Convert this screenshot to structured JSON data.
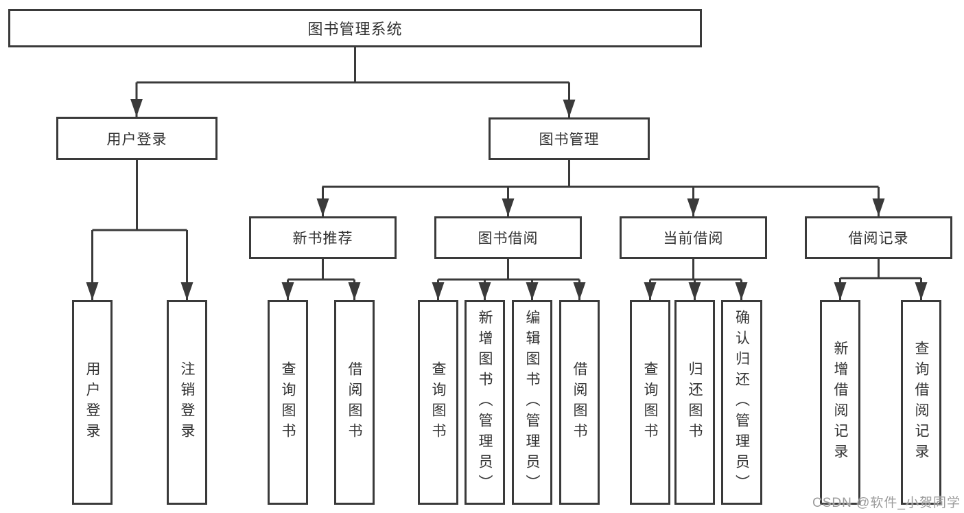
{
  "title_node": {
    "label": "图书管理系统"
  },
  "branches": {
    "user_login": {
      "label": "用户登录",
      "children": [
        {
          "label": "用户登录"
        },
        {
          "label": "注销登录"
        }
      ]
    },
    "book_mgmt": {
      "label": "图书管理",
      "children": [
        {
          "label": "新书推荐",
          "children": [
            {
              "label": "查询图书"
            },
            {
              "label": "借阅图书"
            }
          ]
        },
        {
          "label": "图书借阅",
          "children": [
            {
              "label": "查询图书"
            },
            {
              "label": "新增图书（管理员）"
            },
            {
              "label": "编辑图书（管理员）"
            },
            {
              "label": "借阅图书"
            }
          ]
        },
        {
          "label": "当前借阅",
          "children": [
            {
              "label": "查询图书"
            },
            {
              "label": "归还图书"
            },
            {
              "label": "确认归还（管理员）"
            }
          ]
        },
        {
          "label": "借阅记录",
          "children": [
            {
              "label": "新增借阅记录"
            },
            {
              "label": "查询借阅记录"
            }
          ]
        }
      ]
    }
  },
  "watermark": {
    "text": "CSDN @软件_小贺同学"
  },
  "colors": {
    "line": "#3a3a3a",
    "text": "#333333",
    "background": "#ffffff",
    "watermark": "#9c9c9c"
  }
}
